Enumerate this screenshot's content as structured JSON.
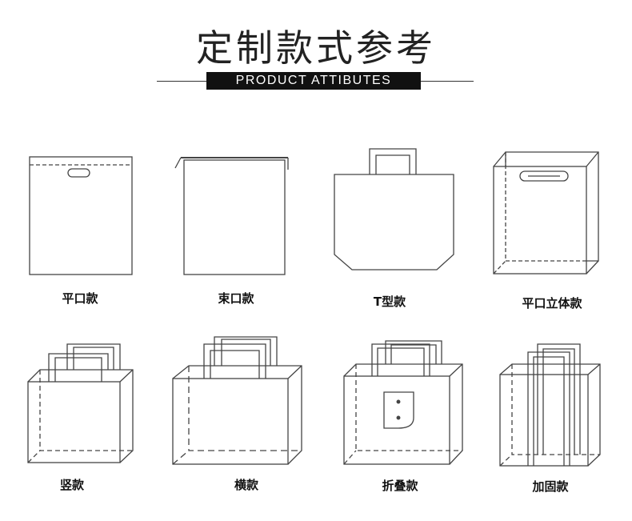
{
  "header": {
    "title": "定制款式参考",
    "subtitle": "PRODUCT ATTIBUTES"
  },
  "bag_styles": [
    {
      "label": "平口款"
    },
    {
      "label": "束口款"
    },
    {
      "label": "T型款"
    },
    {
      "label": "平口立体款"
    },
    {
      "label": "竖款"
    },
    {
      "label": "横款"
    },
    {
      "label": "折叠款"
    },
    {
      "label": "加固款"
    }
  ]
}
